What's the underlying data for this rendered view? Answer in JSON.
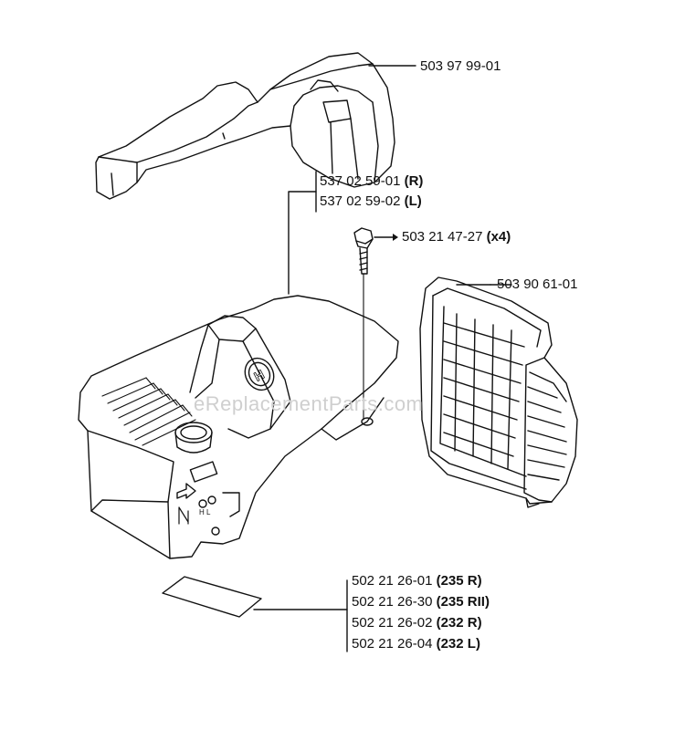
{
  "watermark": "eReplacementParts.com",
  "callouts": {
    "top_cover": {
      "part": "503 97 99-01"
    },
    "cover_assembly": [
      {
        "part": "537 02 59-01",
        "note": "(R)"
      },
      {
        "part": "537 02 59-02",
        "note": "(L)"
      }
    ],
    "screw": {
      "part": "503 21 47-27",
      "note": "(x4)"
    },
    "air_filter_grille": {
      "part": "503 90 61-01"
    },
    "label_decal": [
      {
        "part": "502 21 26-01",
        "note": "(235 R)"
      },
      {
        "part": "502 21 26-30",
        "note": "(235 RII)"
      },
      {
        "part": "502 21 26-02",
        "note": "(232 R)"
      },
      {
        "part": "502 21 26-04",
        "note": "(232 L)"
      }
    ]
  },
  "stamps": {
    "logo_letter": "H",
    "choke_marks": "H L"
  }
}
